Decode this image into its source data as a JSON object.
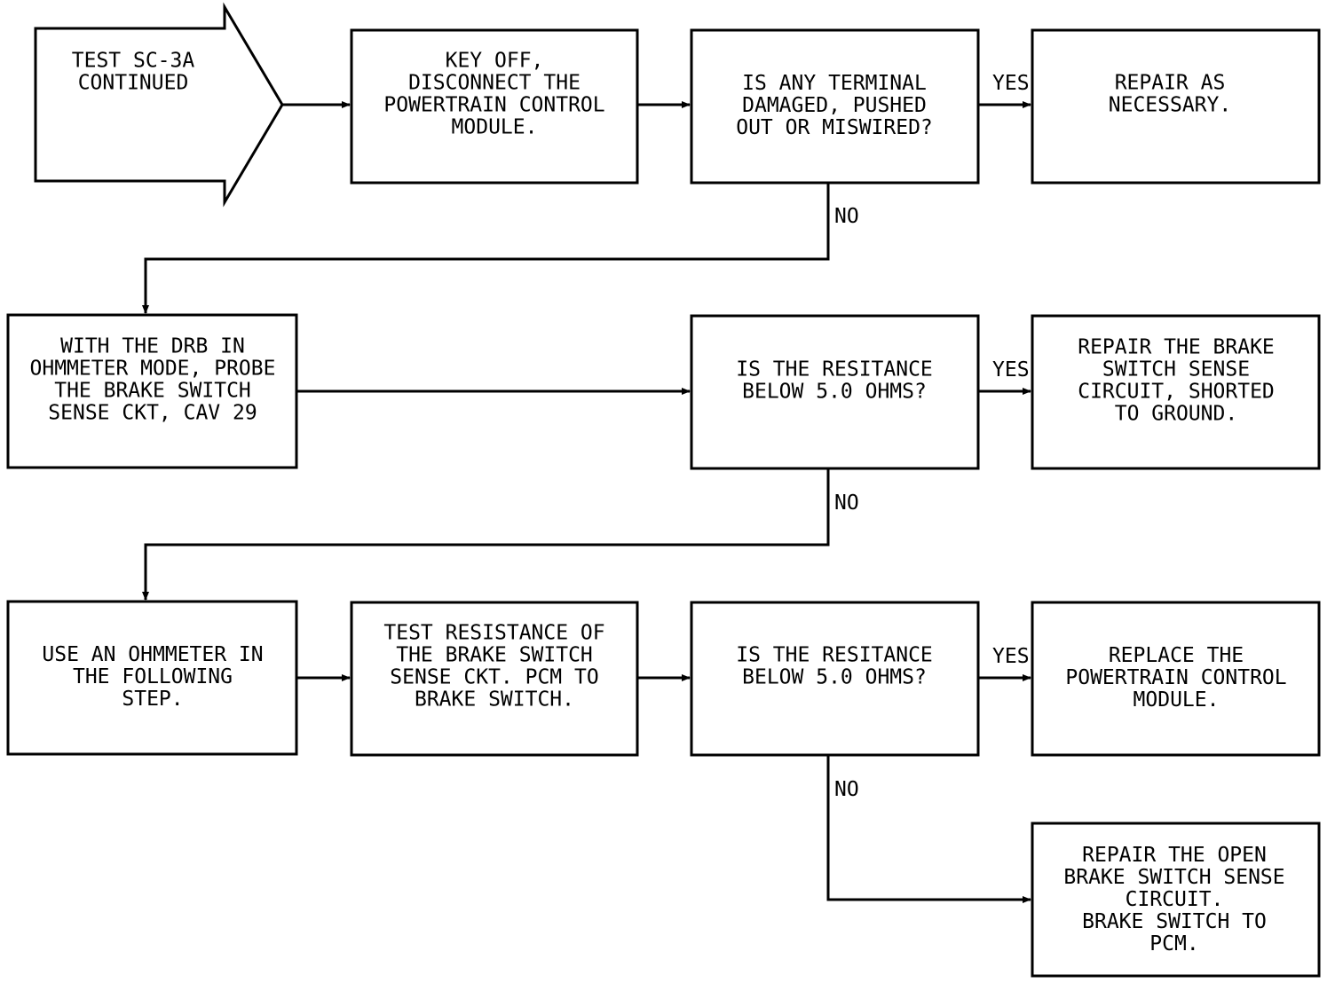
{
  "start": {
    "lines": [
      "TEST SC-3A",
      "CONTINUED"
    ]
  },
  "nodes": {
    "disconnect_pcm": {
      "lines": [
        "KEY OFF,",
        "DISCONNECT THE",
        "POWERTRAIN CONTROL",
        "MODULE."
      ]
    },
    "terminal_check": {
      "lines": [
        "IS ANY TERMINAL",
        "DAMAGED, PUSHED",
        "OUT OR MISWIRED?"
      ]
    },
    "repair_as_necessary": {
      "lines": [
        "REPAIR AS",
        "NECESSARY."
      ]
    },
    "probe_cav29": {
      "lines": [
        "WITH THE DRB IN",
        "OHMMETER MODE, PROBE",
        "THE BRAKE SWITCH",
        "SENSE CKT, CAV 29"
      ]
    },
    "resistance_check_1": {
      "lines": [
        "IS THE RESITANCE",
        "BELOW 5.0 OHMS?"
      ]
    },
    "repair_shorted": {
      "lines": [
        "REPAIR THE BRAKE",
        "SWITCH SENSE",
        "CIRCUIT, SHORTED",
        "TO GROUND."
      ]
    },
    "use_ohmmeter": {
      "lines": [
        "USE AN OHMMETER IN",
        "THE FOLLOWING",
        "STEP."
      ]
    },
    "test_resistance": {
      "lines": [
        "TEST RESISTANCE OF",
        "THE BRAKE SWITCH",
        "SENSE CKT. PCM TO",
        "BRAKE SWITCH."
      ]
    },
    "resistance_check_2": {
      "lines": [
        "IS THE RESITANCE",
        "BELOW 5.0 OHMS?"
      ]
    },
    "replace_pcm": {
      "lines": [
        "REPLACE THE",
        "POWERTRAIN CONTROL",
        "MODULE."
      ]
    },
    "repair_open": {
      "lines": [
        "REPAIR THE OPEN",
        "BRAKE SWITCH SENSE",
        "CIRCUIT.",
        "BRAKE SWITCH TO",
        "PCM."
      ]
    }
  },
  "labels": {
    "yes": "YES",
    "no": "NO"
  }
}
